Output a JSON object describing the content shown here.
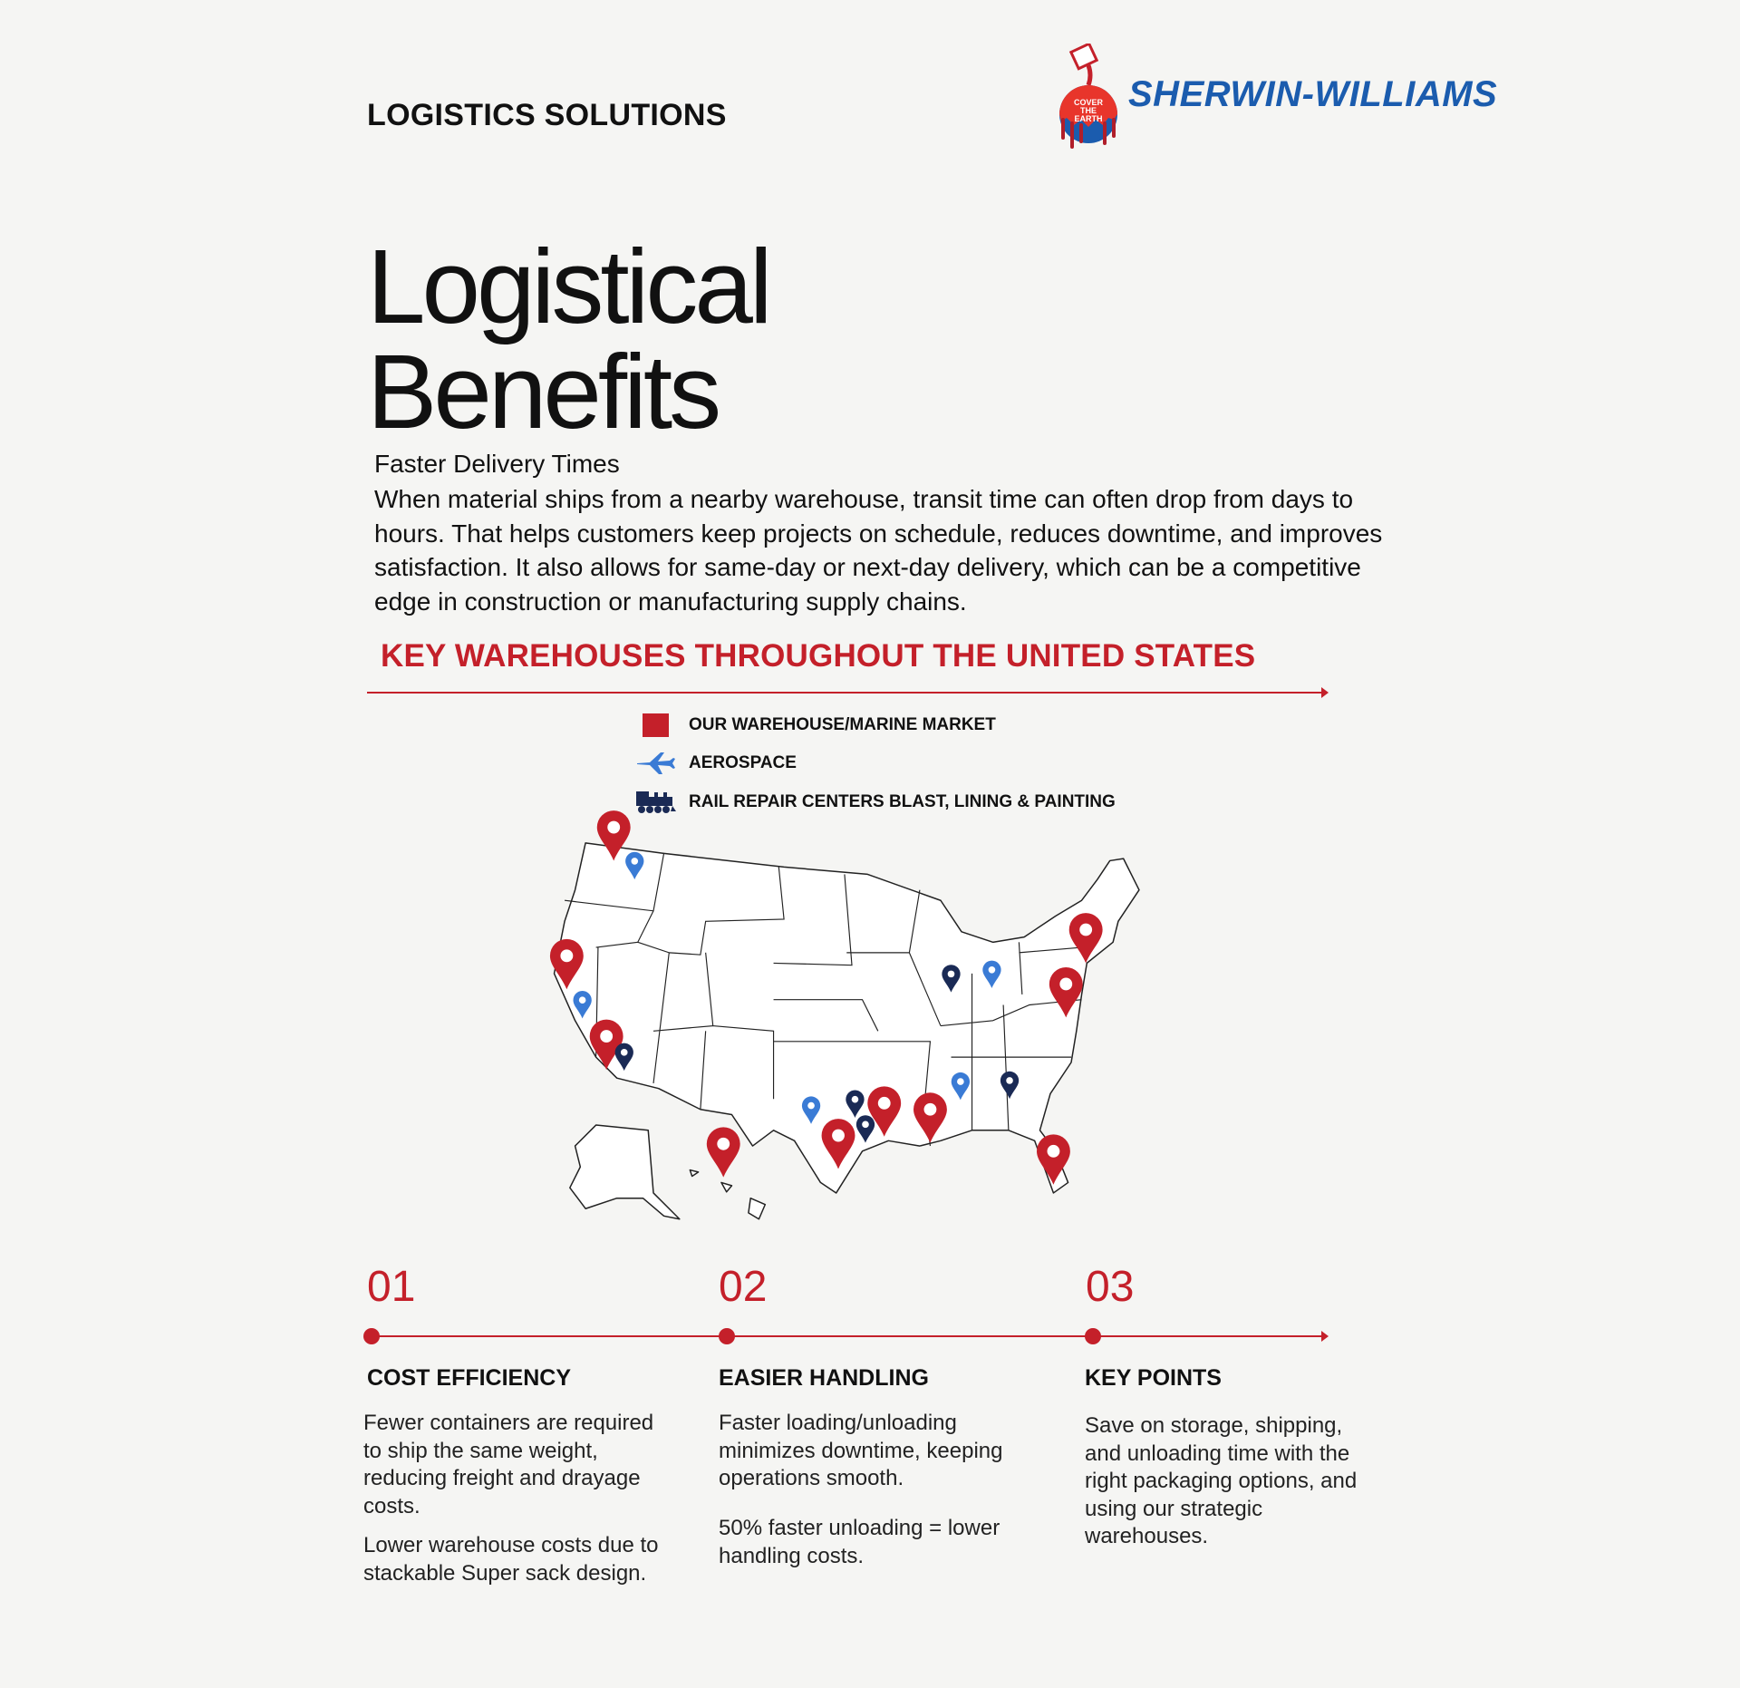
{
  "header": {
    "kicker": "LOGISTICS SOLUTIONS",
    "brand": "SHERWIN-WILLIAMS",
    "logo_text": "COVER THE EARTH"
  },
  "hero": {
    "title_line1": "Logistical",
    "title_line2": "Benefits",
    "subtitle": "Faster Delivery Times",
    "paragraph": "When material ships from a nearby warehouse, transit time can often drop from days to hours. That helps customers keep projects on schedule, reduces downtime, and improves satisfaction. It also allows for same-day or next-day delivery, which can be a competitive edge in construction or manufacturing supply chains."
  },
  "map_section": {
    "title": "KEY WAREHOUSES THROUGHOUT THE UNITED STATES",
    "legend": [
      {
        "label": "OUR WAREHOUSE/MARINE MARKET",
        "icon": "red-square-icon",
        "color": "#c4202a"
      },
      {
        "label": "AEROSPACE",
        "icon": "airplane-icon",
        "color": "#3a7bd5"
      },
      {
        "label": "RAIL REPAIR CENTERS BLAST, LINING & PAINTING",
        "icon": "locomotive-icon",
        "color": "#1a2a55"
      }
    ]
  },
  "steps": [
    {
      "number": "01",
      "heading": "COST EFFICIENCY",
      "body": [
        "Fewer containers are required to ship the same weight, reducing freight and drayage costs.",
        "Lower warehouse costs due to stackable Super sack design."
      ]
    },
    {
      "number": "02",
      "heading": "EASIER HANDLING",
      "body": [
        "Faster loading/unloading minimizes downtime, keeping operations smooth.",
        "50% faster unloading = lower handling costs."
      ]
    },
    {
      "number": "03",
      "heading": "KEY POINTS",
      "body": [
        "Save on storage, shipping, and unloading time with the right packaging options, and using our strategic warehouses."
      ]
    }
  ],
  "colors": {
    "accent": "#c4202a",
    "brand": "#1b5cae",
    "aero": "#3a7bd5",
    "rail": "#1a2a55"
  }
}
